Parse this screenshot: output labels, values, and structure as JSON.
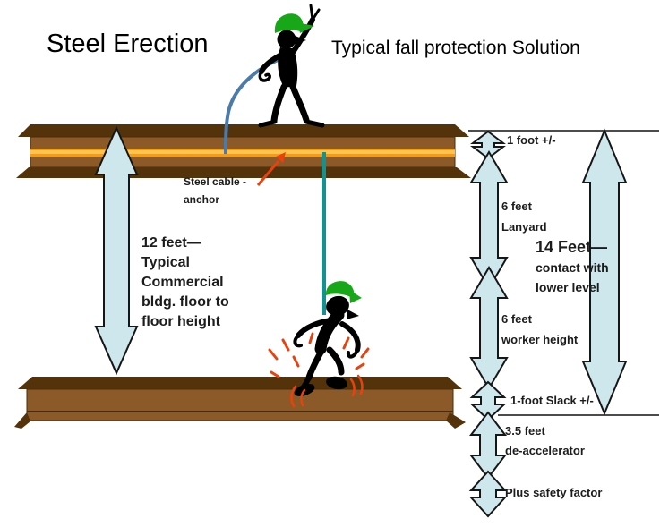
{
  "title": "Steel Erection",
  "subtitle": "Typical fall protection Solution",
  "left_measure": {
    "line1": "12 feet—",
    "line2": "Typical",
    "line3": "Commercial",
    "line4": "bldg. floor to",
    "line5": "floor height"
  },
  "anchor_label": {
    "line1": "Steel cable -",
    "line2": "anchor"
  },
  "measures": {
    "one_foot": "1 foot +/-",
    "lanyard_line1": "6 feet",
    "lanyard_line2": "Lanyard",
    "fourteen_title": "14 Feet—",
    "fourteen_line1": "contact with",
    "fourteen_line2": "lower level",
    "worker_line1": "6 feet",
    "worker_line2": "worker height",
    "slack": "1-foot Slack +/-",
    "decel_line1": "3.5 feet",
    "decel_line2": "de-accelerator",
    "safety": "Plus safety factor"
  },
  "colors": {
    "ink": "#1c1c1c",
    "arrow_fill": "#cde7ec",
    "beam_dark": "#54330b",
    "beam_mid": "#8c5a28",
    "stripe": "#ef9c1f",
    "stripe_bright": "#ffc34f",
    "cable_blue": "#4a7bab",
    "cable_teal": "#0f9494",
    "cap_green": "#18a718",
    "impact_red": "#e8420e"
  }
}
